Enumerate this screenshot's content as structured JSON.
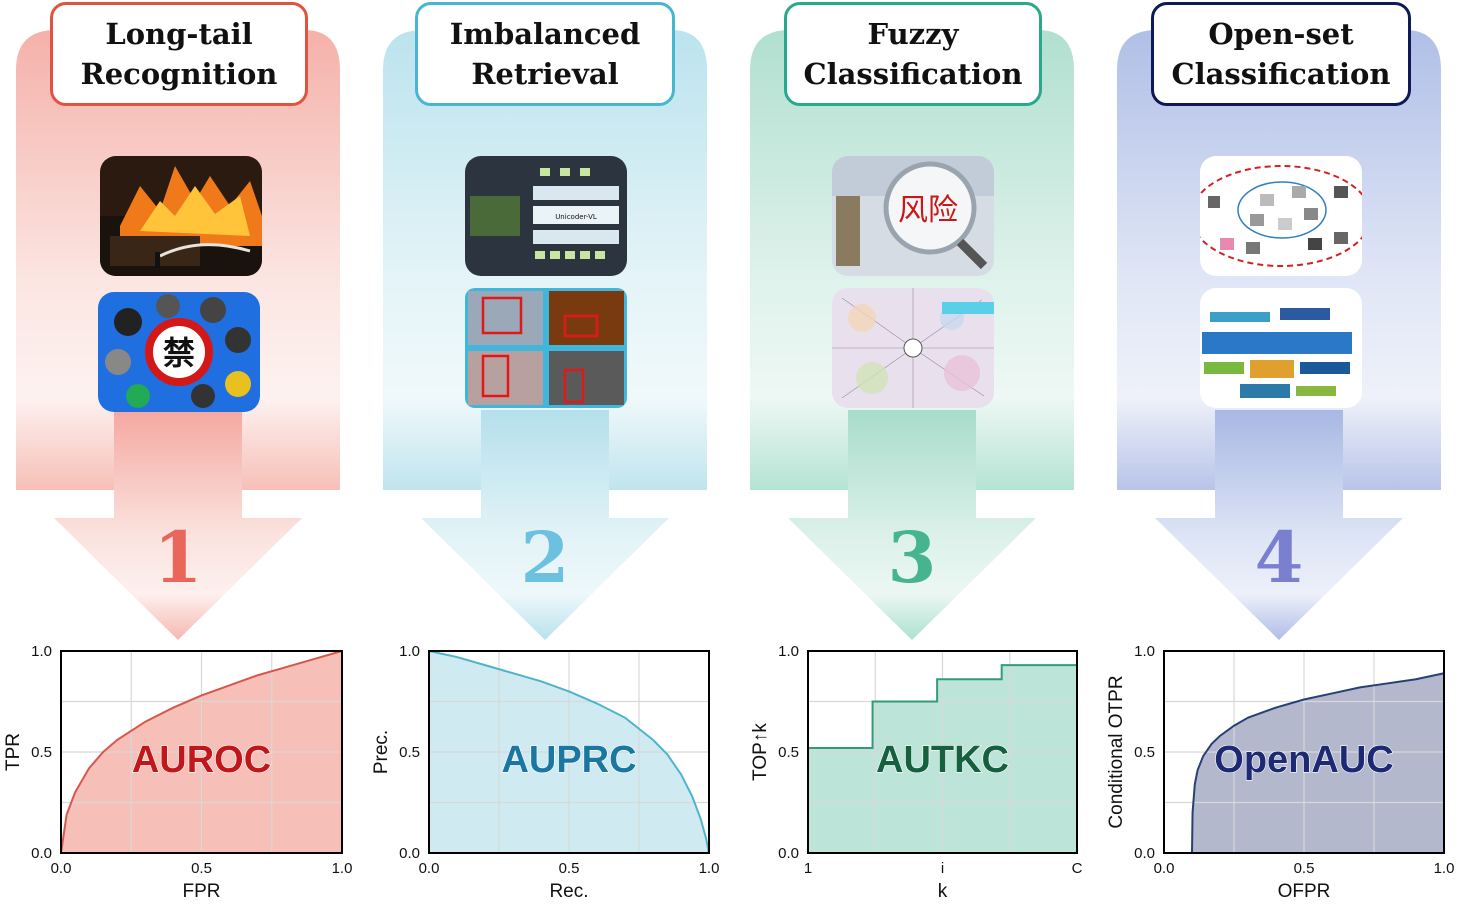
{
  "panels": [
    {
      "title_line1": "Long-tail",
      "title_line2": "Recognition",
      "number": "1",
      "accent": "#e0533f",
      "thumb_top": "fire-scene",
      "thumb_bottom": "prohibited-content",
      "thumb_bottom_text": "禁",
      "metric": "AUROC",
      "metric_color": "#c0171b"
    },
    {
      "title_line1": "Imbalanced",
      "title_line2": "Retrieval",
      "number": "2",
      "accent": "#46b6d1",
      "thumb_top": "architecture-diagram",
      "thumb_top_text": "Unicoder-VL",
      "thumb_bottom": "detection-grid",
      "metric": "AUPRC",
      "metric_color": "#1a77a1"
    },
    {
      "title_line1": "Fuzzy",
      "title_line2": "Classification",
      "number": "3",
      "accent": "#29a98c",
      "thumb_top": "risk-magnifier",
      "thumb_top_text": "风险",
      "thumb_bottom": "knowledge-graph",
      "metric": "AUTKC",
      "metric_color": "#14603f"
    },
    {
      "title_line1": "Open-set",
      "title_line2": "Classification",
      "number": "4",
      "accent": "#1f2f66",
      "thumb_top": "cluster-diagram",
      "thumb_bottom": "word-cloud",
      "metric": "OpenAUC",
      "metric_color": "#1d2a73"
    }
  ],
  "chart_data": [
    {
      "type": "area",
      "metric": "AUROC",
      "xlabel": "FPR",
      "ylabel": "TPR",
      "xlim": [
        0,
        1
      ],
      "ylim": [
        0,
        1
      ],
      "xticks": [
        "0.0",
        "0.5",
        "1.0"
      ],
      "yticks": [
        "0.0",
        "0.5",
        "1.0"
      ],
      "grid": true,
      "x": [
        0,
        0.02,
        0.05,
        0.1,
        0.15,
        0.2,
        0.3,
        0.4,
        0.5,
        0.6,
        0.7,
        0.8,
        0.9,
        1.0
      ],
      "y": [
        0,
        0.19,
        0.3,
        0.42,
        0.5,
        0.56,
        0.65,
        0.72,
        0.78,
        0.83,
        0.88,
        0.92,
        0.96,
        1.0
      ],
      "line_color": "#d9574a",
      "fill_color": "#f4b4aa"
    },
    {
      "type": "area",
      "metric": "AUPRC",
      "xlabel": "Rec.",
      "ylabel": "Prec.",
      "xlim": [
        0,
        1
      ],
      "ylim": [
        0,
        1
      ],
      "xticks": [
        "0.0",
        "0.5",
        "1.0"
      ],
      "yticks": [
        "0.0",
        "0.5",
        "1.0"
      ],
      "grid": true,
      "x": [
        0,
        0.1,
        0.2,
        0.3,
        0.4,
        0.5,
        0.6,
        0.7,
        0.8,
        0.85,
        0.9,
        0.94,
        0.97,
        0.99,
        1.0
      ],
      "y": [
        1.0,
        0.97,
        0.93,
        0.89,
        0.85,
        0.8,
        0.74,
        0.67,
        0.56,
        0.49,
        0.39,
        0.28,
        0.17,
        0.07,
        0
      ],
      "line_color": "#4fb3cc",
      "fill_color": "#c7e7ef"
    },
    {
      "type": "area",
      "metric": "AUTKC",
      "xlabel": "k",
      "ylabel": "TOP↑k",
      "xlim": [
        0,
        1
      ],
      "ylim": [
        0,
        1
      ],
      "xticks": [
        "1",
        "i",
        "C"
      ],
      "yticks": [
        "0.0",
        "0.5",
        "1.0"
      ],
      "grid": true,
      "step": true,
      "x": [
        0,
        0.24,
        0.24,
        0.48,
        0.48,
        0.72,
        0.72,
        1.0
      ],
      "y": [
        0.52,
        0.52,
        0.75,
        0.75,
        0.86,
        0.86,
        0.93,
        0.93
      ],
      "line_color": "#2f9d7c",
      "fill_color": "#b2dfd1"
    },
    {
      "type": "area",
      "metric": "OpenAUC",
      "xlabel": "OFPR",
      "ylabel": "Conditional OTPR",
      "xlim": [
        0,
        1
      ],
      "ylim": [
        0,
        1
      ],
      "xticks": [
        "0.0",
        "0.5",
        "1.0"
      ],
      "yticks": [
        "0.0",
        "0.5",
        "1.0"
      ],
      "grid": true,
      "x": [
        0.1,
        0.102,
        0.11,
        0.12,
        0.14,
        0.17,
        0.2,
        0.25,
        0.3,
        0.4,
        0.5,
        0.6,
        0.7,
        0.8,
        0.9,
        1.0
      ],
      "y": [
        0,
        0.2,
        0.34,
        0.41,
        0.48,
        0.54,
        0.58,
        0.63,
        0.67,
        0.72,
        0.76,
        0.79,
        0.82,
        0.84,
        0.86,
        0.89
      ],
      "line_color": "#2a3f78",
      "fill_color": "#a6acc4"
    }
  ]
}
